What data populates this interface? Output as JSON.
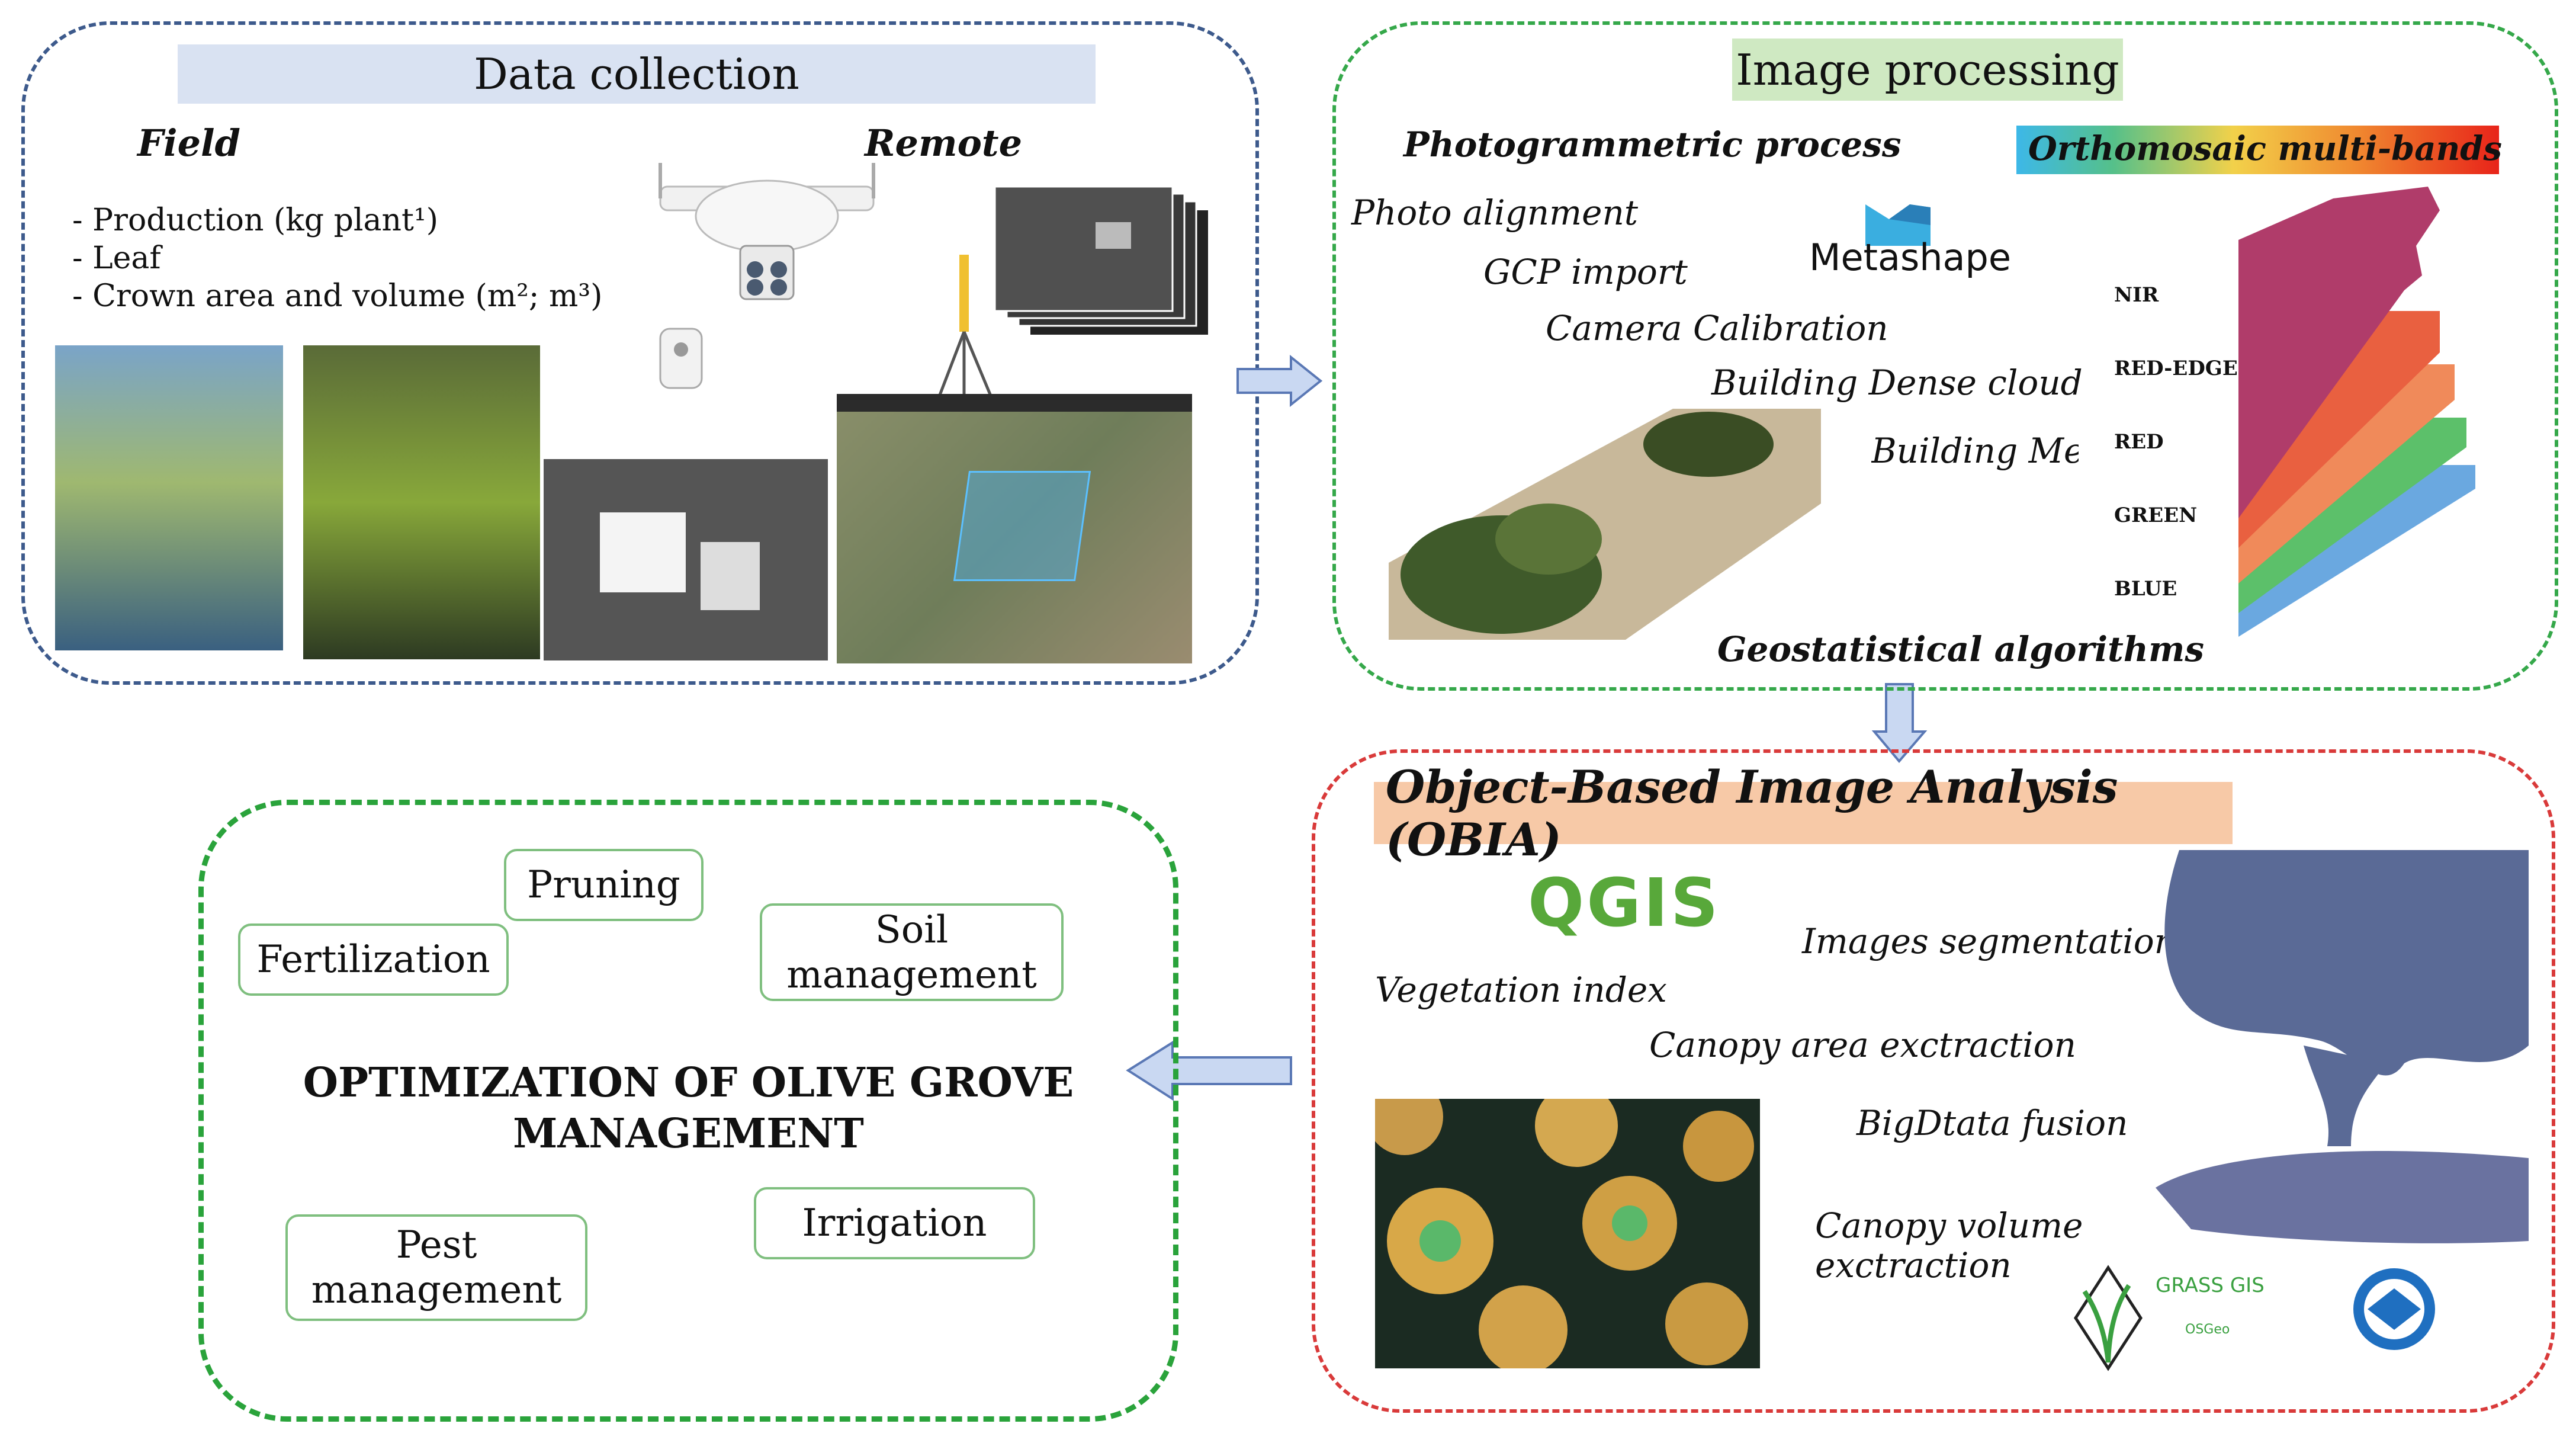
{
  "data_collection": {
    "title": "Data collection",
    "field_label": "Field",
    "remote_label": "Remote",
    "items": [
      "- Production (kg plant¹)",
      "- Leaf",
      "- Crown area and volume (m²; m³)"
    ]
  },
  "image_processing": {
    "title": "Image processing",
    "photogrammetric_label": "Photogrammetric process",
    "ortho_label": "Orthomosaic multi-bands",
    "metashape_logo": "Metashape",
    "steps": [
      "Photo alignment",
      "GCP import",
      "Camera Calibration",
      "Building Dense cloud",
      "Building Mesh"
    ],
    "bands": [
      "NIR",
      "RED-EDGE",
      "RED",
      "GREEN",
      "BLUE"
    ],
    "geo_label": "Geostatistical algorithms"
  },
  "obia": {
    "title": "Object-Based Image Analysis (OBIA)",
    "qgis_logo": "QGIS",
    "grass_logo": "GRASS GIS",
    "osgeo_logo": "OSGeo",
    "steps": [
      "Images segmentation",
      "Vegetation index",
      "Canopy area exctraction",
      "BigDtata fusion",
      "Canopy volume",
      "exctraction"
    ]
  },
  "optimization": {
    "title_line1": "OPTIMIZATION OF OLIVE GROVE",
    "title_line2": "MANAGEMENT",
    "boxes": {
      "pruning": "Pruning",
      "fertilization": "Fertilization",
      "soil_l1": "Soil",
      "soil_l2": "management",
      "pest_l1": "Pest",
      "pest_l2": "management",
      "irrigation": "Irrigation"
    }
  },
  "colors": {
    "data_collection_border": "#3d5a8c",
    "image_processing_border": "#35a84a",
    "obia_border": "#d93a3a",
    "optimization_border": "#2aa33b",
    "arrow_fill": "#c9d8f2",
    "arrow_stroke": "#5a78b5"
  }
}
